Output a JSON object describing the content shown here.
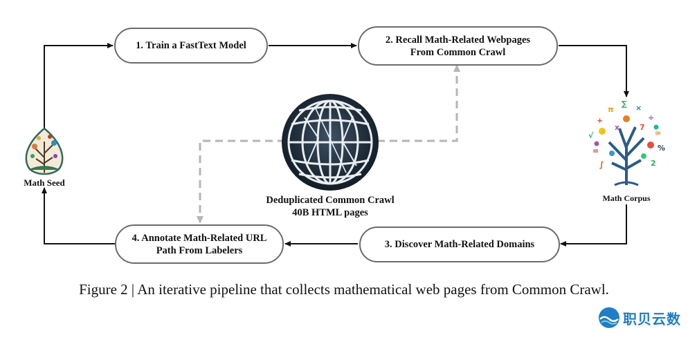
{
  "steps": [
    {
      "label": "1. Train a FastText Model"
    },
    {
      "label": "2. Recall Math-Related Webpages From Common Crawl"
    },
    {
      "label": "3. Discover Math-Related Domains"
    },
    {
      "label": "4. Annotate Math-Related URL Path From Labelers"
    }
  ],
  "nodes": {
    "math_seed": "Math Seed",
    "math_corpus": "Math Corpus",
    "crawl_title": "Deduplicated Common Crawl",
    "crawl_subtitle": "40B HTML pages"
  },
  "caption": "Figure 2 | An iterative pipeline that collects mathematical web pages from Common Crawl.",
  "watermark": "职贝云数",
  "colors": {
    "arrow": "#111111",
    "dashed": "#b5b5b5",
    "box_border": "#6b6b6b",
    "globe": "#1f2d3a",
    "watermark": "#1f7ec6"
  }
}
